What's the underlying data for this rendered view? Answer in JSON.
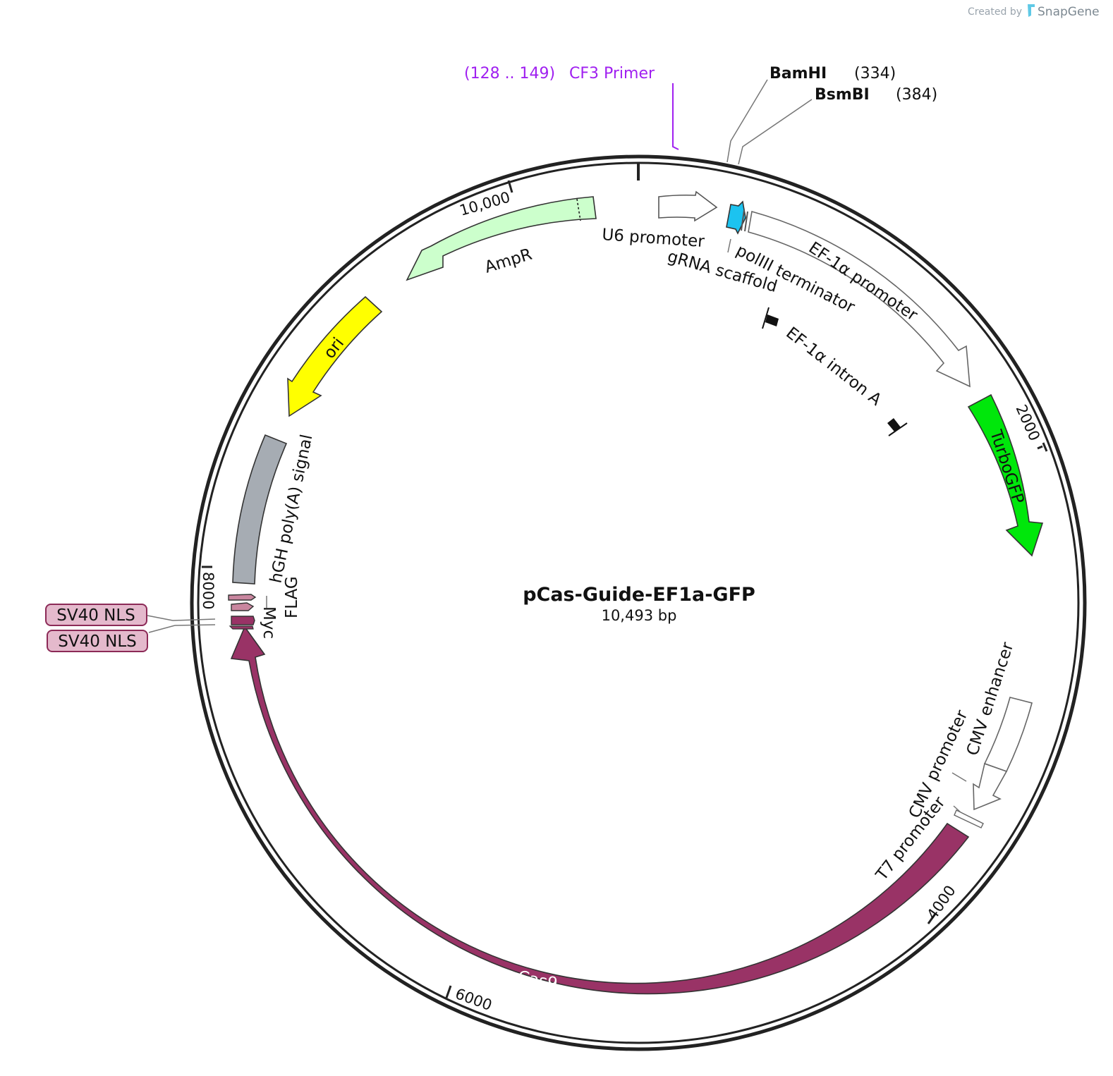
{
  "plasmid": {
    "name": "pCas-Guide-EF1a-GFP",
    "size_label": "10,493 bp",
    "length": 10493
  },
  "credit": {
    "prefix": "Created by",
    "brand": "SnapGene"
  },
  "ticks": [
    {
      "pos": 2000,
      "label": "2000"
    },
    {
      "pos": 4000,
      "label": "4000"
    },
    {
      "pos": 6000,
      "label": "6000"
    },
    {
      "pos": 8000,
      "label": "8000"
    },
    {
      "pos": 10000,
      "label": "10,000"
    }
  ],
  "sites": [
    {
      "name": "BamHI",
      "pos_label": "(334)",
      "pos": 334
    },
    {
      "name": "BsmBI",
      "pos_label": "(384)",
      "pos": 384
    }
  ],
  "primer": {
    "range_label": "(128 .. 149)",
    "name": "CF3 Primer",
    "color": "#a020f0"
  },
  "features": [
    {
      "name": "U6 promoter",
      "color": "#ffffff"
    },
    {
      "name": "gRNA scaffold",
      "color": "#00bfff"
    },
    {
      "name": "polIII terminator",
      "color": "#ffffff"
    },
    {
      "name": "EF-1α promoter",
      "color": "#ffffff"
    },
    {
      "name": "EF-1α intron A",
      "color": "#000000"
    },
    {
      "name": "TurboGFP",
      "color": "#00e70b"
    },
    {
      "name": "CMV enhancer",
      "color": "#ffffff"
    },
    {
      "name": "CMV promoter",
      "color": "#ffffff"
    },
    {
      "name": "T7 promoter",
      "color": "#ffffff"
    },
    {
      "name": "Cas9",
      "color": "#993366"
    },
    {
      "name": "SV40 NLS",
      "color": "#993366"
    },
    {
      "name": "SV40 NLS",
      "color": "#e4b9cc"
    },
    {
      "name": "Myc",
      "color": "#c9869f"
    },
    {
      "name": "FLAG",
      "color": "#c9869f"
    },
    {
      "name": "hGH poly(A) signal",
      "color": "#a6acb3"
    },
    {
      "name": "ori",
      "color": "#ffff00"
    },
    {
      "name": "AmpR",
      "color": "#ccffcc"
    }
  ]
}
